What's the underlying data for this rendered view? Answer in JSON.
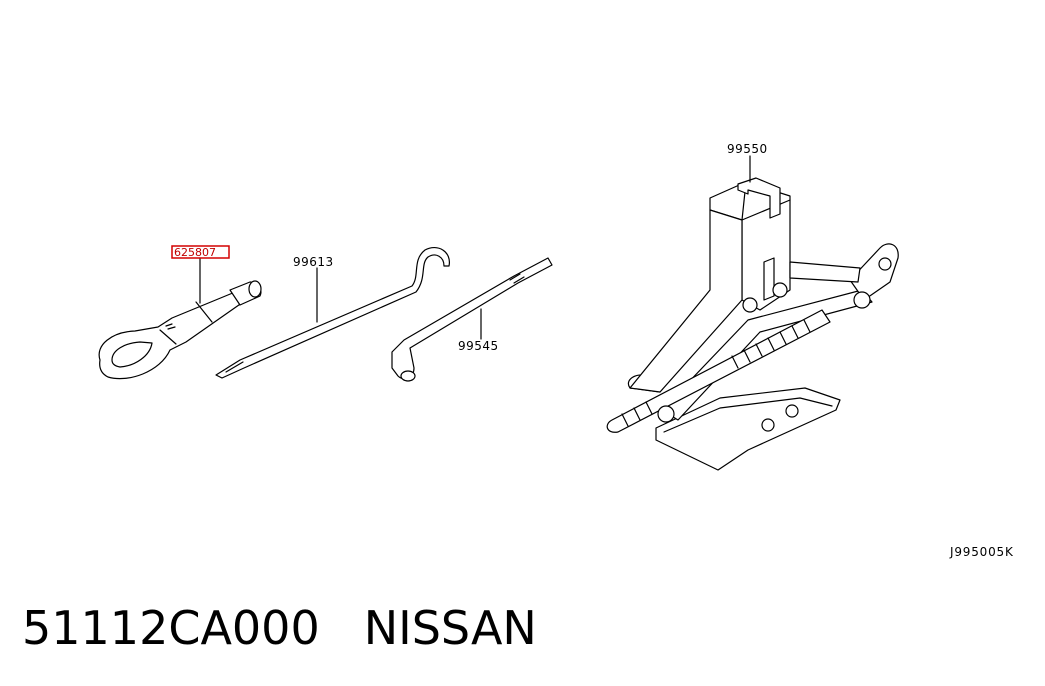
{
  "diagram": {
    "parts": [
      {
        "number": "625807",
        "highlighted": true,
        "highlight_color": "#d40000"
      },
      {
        "number": "99613"
      },
      {
        "number": "99545"
      },
      {
        "number": "99550"
      }
    ],
    "reference_code": "J995005K"
  },
  "caption": {
    "part_number": "51112CA000",
    "brand": "NISSAN"
  }
}
